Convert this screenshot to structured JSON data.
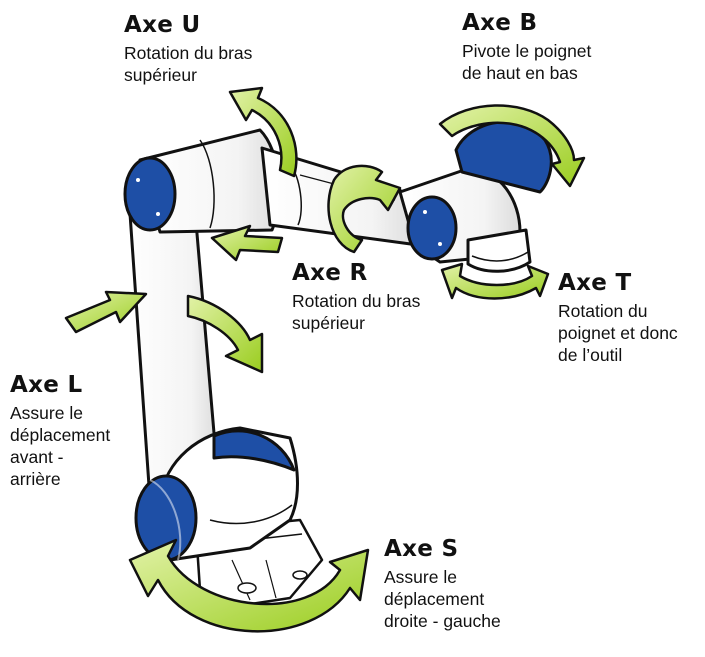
{
  "colors": {
    "arrow_fill": "#9ACD1F",
    "arrow_light": "#E2F2A8",
    "joint_blue": "#1E4FA6",
    "body_white": "#FFFFFF",
    "shade": "#E6E6E6",
    "outline": "#111111"
  },
  "axes": [
    {
      "key": "U",
      "title": "Axe U",
      "lines": [
        "Rotation du bras",
        "supérieur"
      ]
    },
    {
      "key": "B",
      "title": "Axe B",
      "lines": [
        "Pivote le poignet",
        "de haut en bas"
      ]
    },
    {
      "key": "R",
      "title": "Axe R",
      "lines": [
        "Rotation du bras",
        "supérieur"
      ]
    },
    {
      "key": "T",
      "title": "Axe T",
      "lines": [
        "Rotation du",
        "poignet et donc",
        "de l’outil"
      ]
    },
    {
      "key": "L",
      "title": "Axe L",
      "lines": [
        "Assure le",
        "déplacement",
        "avant -",
        "arrière"
      ]
    },
    {
      "key": "S",
      "title": "Axe S",
      "lines": [
        "Assure le",
        "déplacement",
        "droite - gauche"
      ]
    }
  ]
}
